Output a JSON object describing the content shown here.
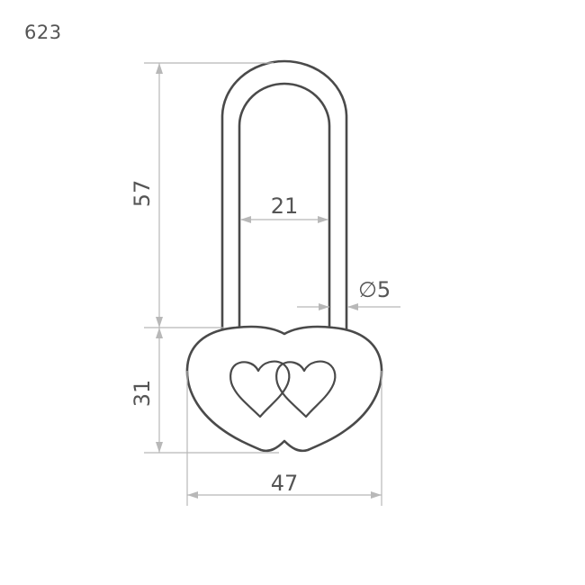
{
  "model_number": "623",
  "dimensions": {
    "shackle_height": "57",
    "shackle_inner_width": "21",
    "shackle_diameter": "∅5",
    "body_height": "31",
    "body_width": "47"
  },
  "colors": {
    "outline": "#4a4a4a",
    "dimension_line": "#b8b8b8",
    "text": "#555555"
  }
}
